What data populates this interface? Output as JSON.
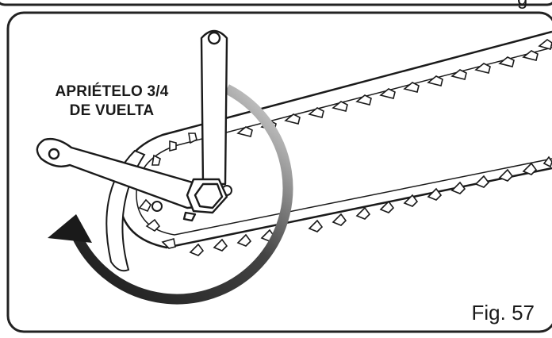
{
  "figure": {
    "instruction_line1": "APRIÉTELO 3/4",
    "instruction_line2": "DE VUELTA",
    "figure_label": "Fig. 57",
    "partial_top_text": "g"
  },
  "colors": {
    "ink": "#1a1a1a",
    "frame": "#222222",
    "arrow_dark": "#1a1a1a",
    "arrow_light": "#d9d9d9"
  },
  "icons": {
    "wrench": "wrench-icon",
    "rotation_arrow": "curved-arrow-icon",
    "chain": "saw-chain",
    "bar_nut": "bar-nut"
  }
}
